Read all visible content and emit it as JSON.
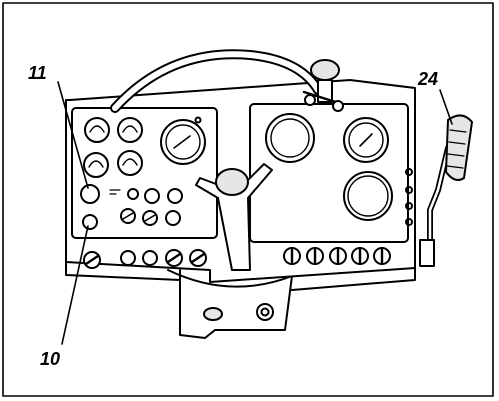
{
  "callouts": {
    "c11": "11",
    "c24": "24",
    "c10": "10"
  },
  "colors": {
    "line": "#000000",
    "paper": "#ffffff",
    "shade": "#e6e6e6"
  }
}
